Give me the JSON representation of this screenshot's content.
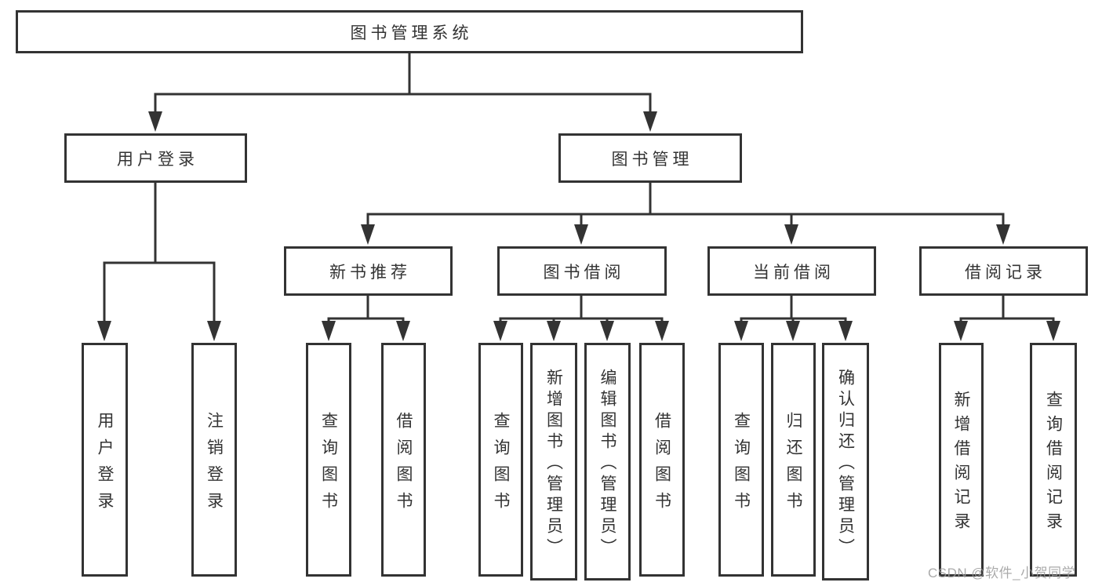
{
  "tree": {
    "root": {
      "label": "图书管理系统"
    },
    "branches": [
      {
        "label": "用户登录",
        "children": [
          {
            "label": "用户登录"
          },
          {
            "label": "注销登录"
          }
        ]
      },
      {
        "label": "图书管理",
        "children": [
          {
            "label": "新书推荐",
            "children": [
              {
                "label": "查询图书"
              },
              {
                "label": "借阅图书"
              }
            ]
          },
          {
            "label": "图书借阅",
            "children": [
              {
                "label": "查询图书"
              },
              {
                "label": "新增图书（管理员）"
              },
              {
                "label": "编辑图书（管理员）"
              },
              {
                "label": "借阅图书"
              }
            ]
          },
          {
            "label": "当前借阅",
            "children": [
              {
                "label": "查询图书"
              },
              {
                "label": "归还图书"
              },
              {
                "label": "确认归还（管理员）"
              }
            ]
          },
          {
            "label": "借阅记录",
            "children": [
              {
                "label": "新增借阅记录"
              },
              {
                "label": "查询借阅记录"
              }
            ]
          }
        ]
      }
    ]
  },
  "watermark": {
    "text": "CSDN @软件_小贺同学"
  },
  "colors": {
    "line": "#333333",
    "text": "#333333",
    "background": "#ffffff",
    "watermark": "#9c9c9c"
  }
}
